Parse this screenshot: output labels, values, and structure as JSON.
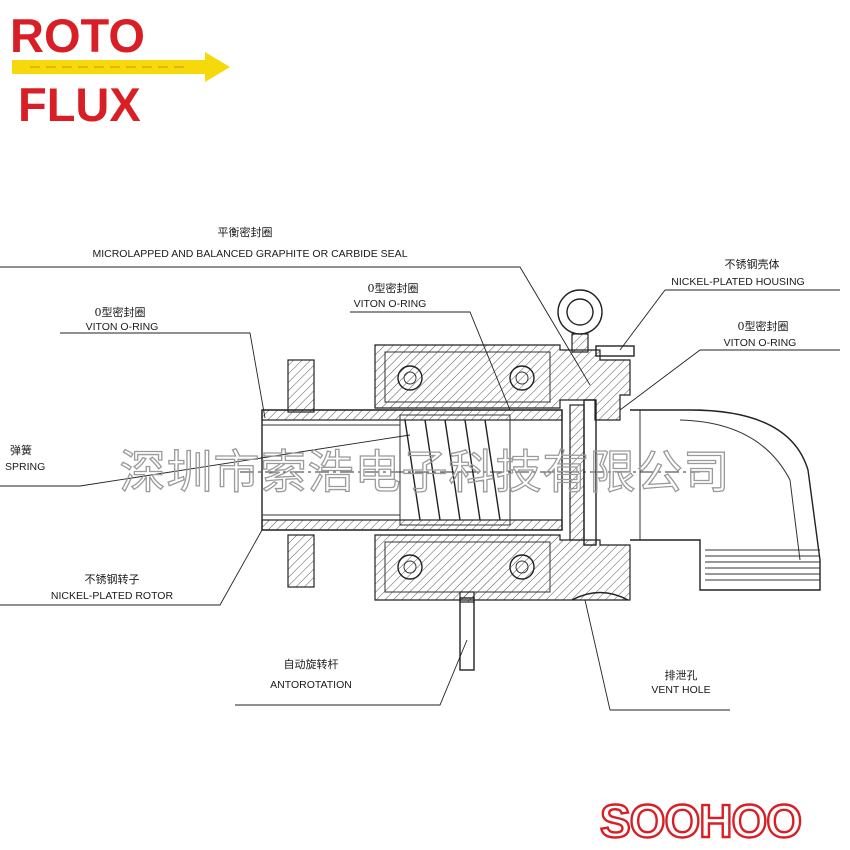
{
  "brand_top": {
    "line1": "ROTO",
    "line2": "FLUX"
  },
  "brand_bottom": {
    "text": "SOOHOO"
  },
  "watermark": {
    "text": "深圳市索浩电子科技有限公司"
  },
  "labels": {
    "seal": {
      "cn": "平衡密封圈",
      "en": "MICROLAPPED AND BALANCED GRAPHITE OR CARBIDE SEAL"
    },
    "oring_center": {
      "cn": "0型密封圈",
      "en": "VITON O-RING"
    },
    "oring_left": {
      "cn": "0型密封圈",
      "en": "VITON O-RING"
    },
    "housing": {
      "cn": "不锈钢壳体",
      "en": "NICKEL-PLATED HOUSING"
    },
    "oring_right": {
      "cn": "0型密封圈",
      "en": "VITON O-RING"
    },
    "spring": {
      "cn": "弹簧",
      "en": "SPRING"
    },
    "rotor": {
      "cn": "不锈钢转子",
      "en": "NICKEL-PLATED ROTOR"
    },
    "antirotation": {
      "cn": "自动旋转杆",
      "en": "ANTOROTATION"
    },
    "vent": {
      "cn": "排泄孔",
      "en": "VENT HOLE"
    }
  },
  "colors": {
    "brand_red": "#d91f26",
    "arrow_yellow": "#f5d90a",
    "line": "#222222",
    "watermark": "#9a9a9a"
  }
}
